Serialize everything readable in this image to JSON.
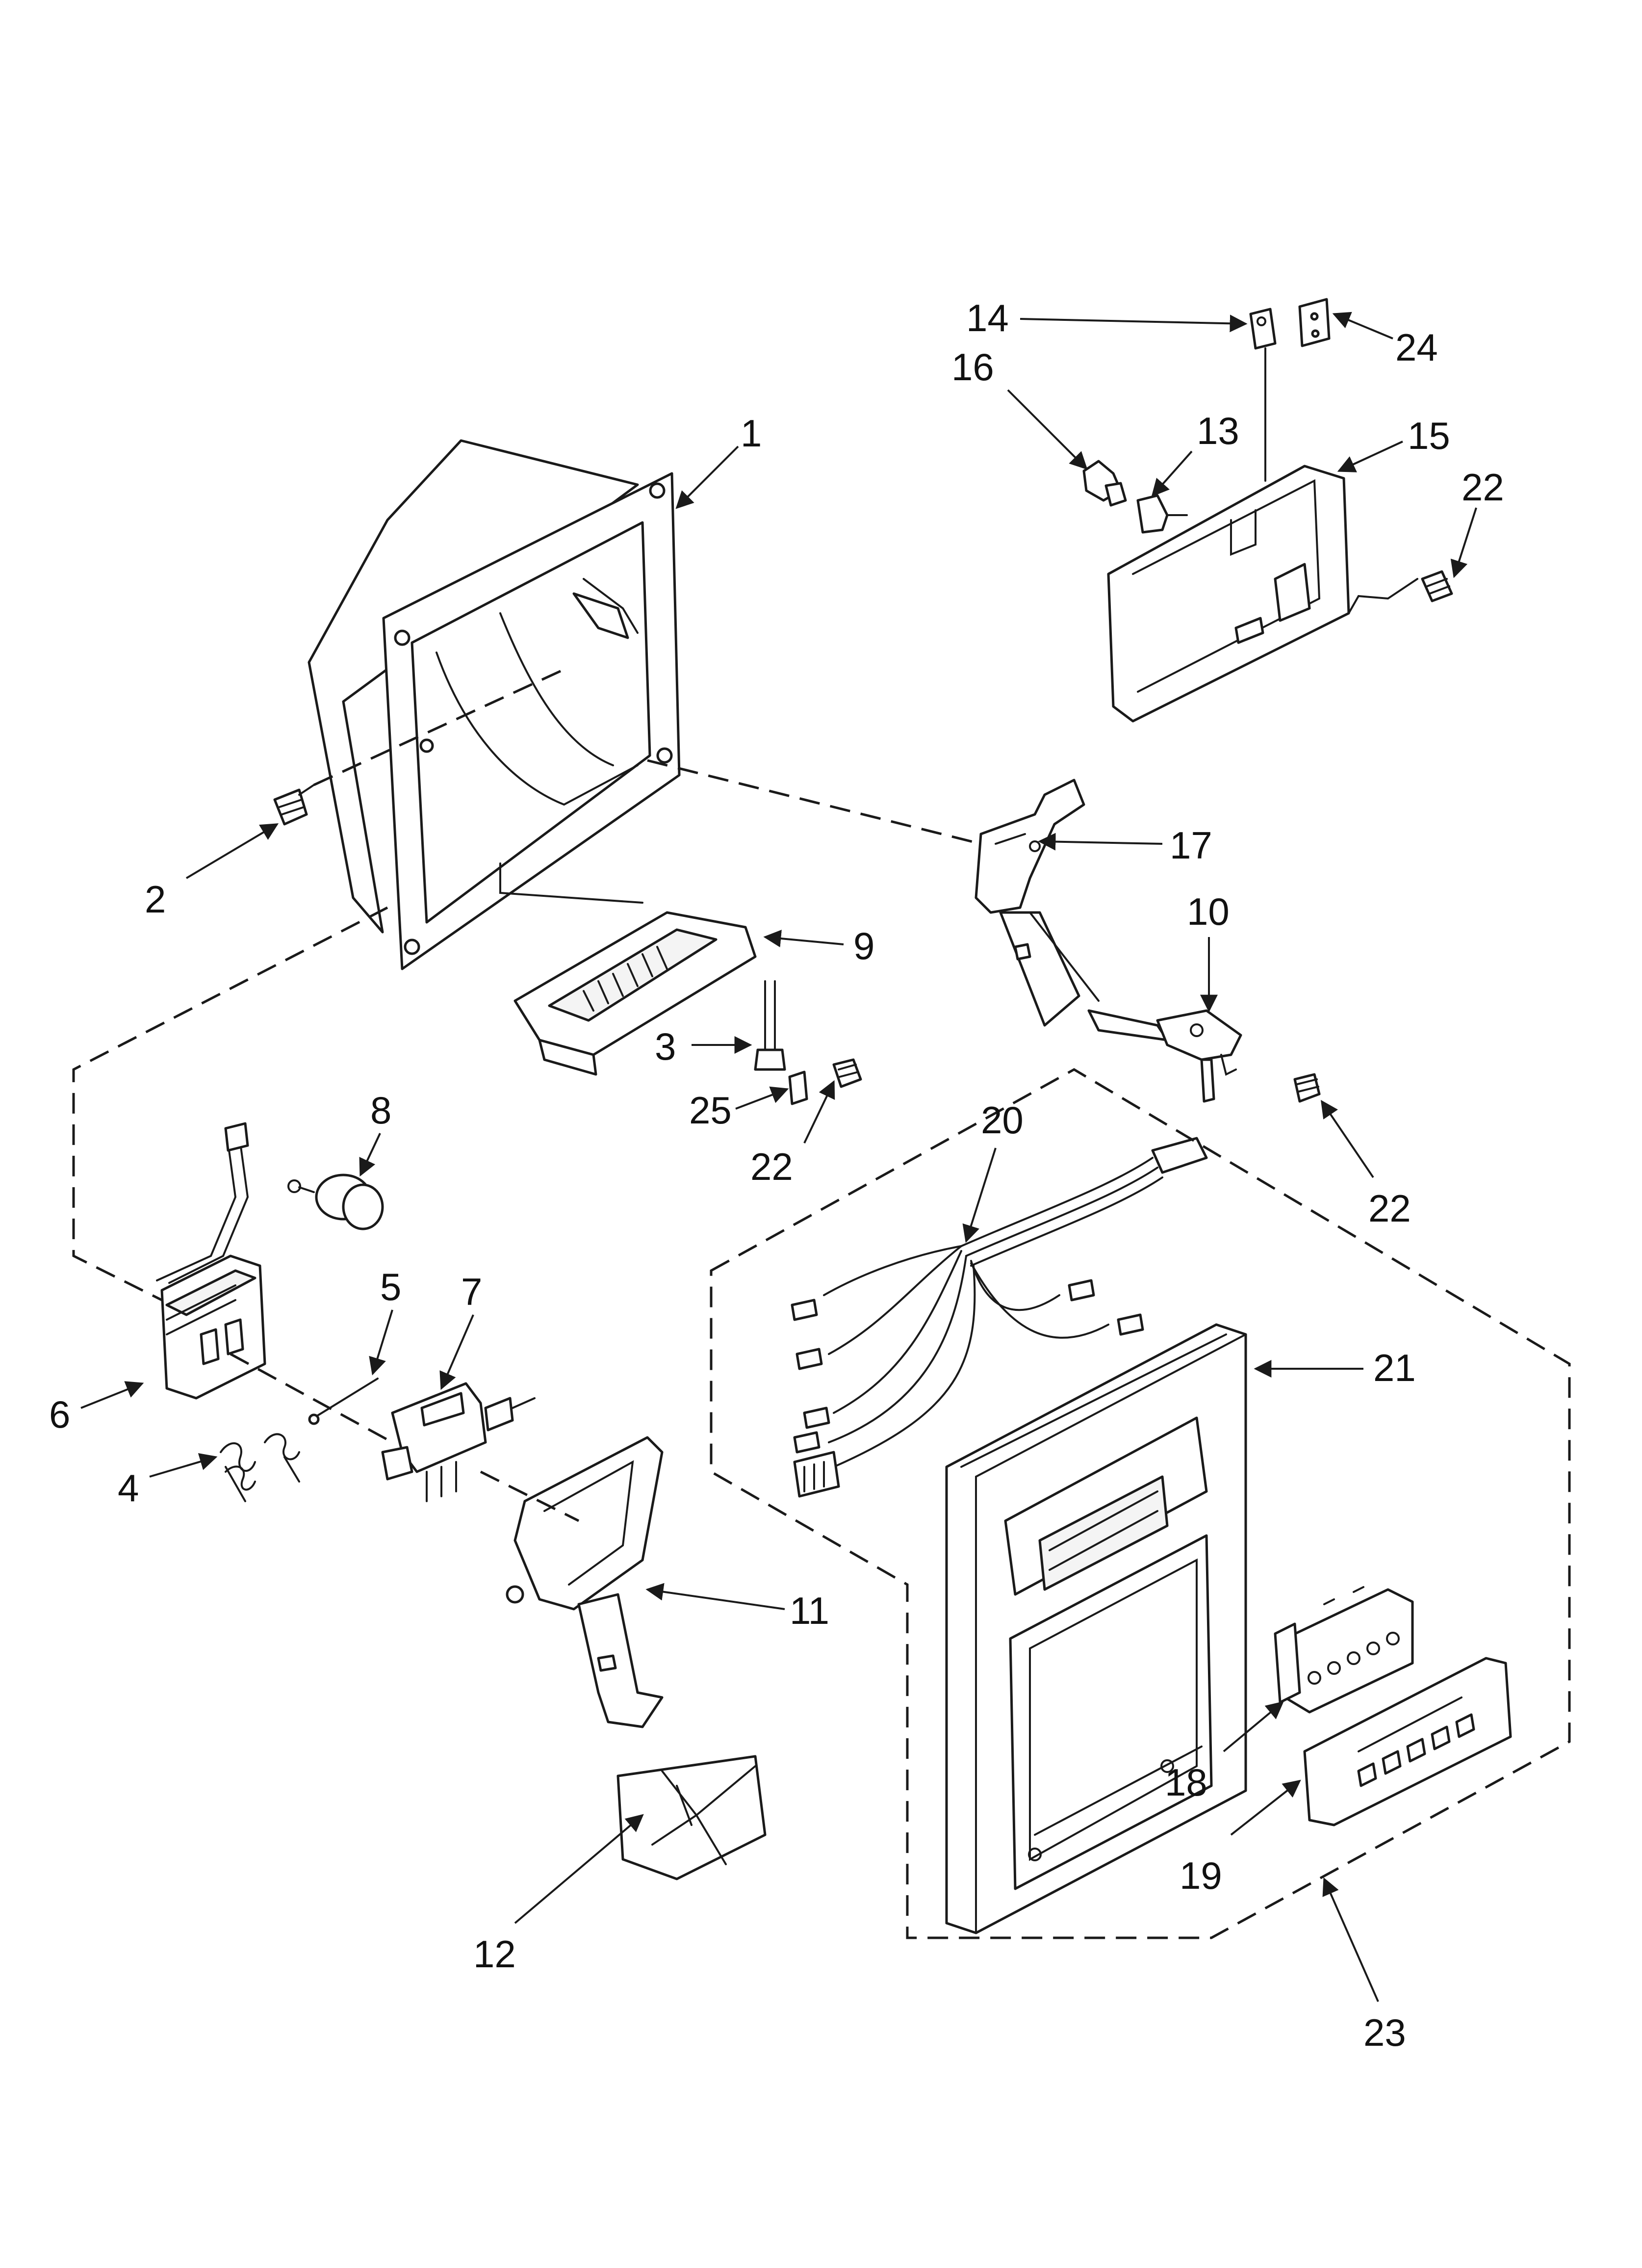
{
  "diagram": {
    "callouts": {
      "c1": "1",
      "c2": "2",
      "c3": "3",
      "c4": "4",
      "c5": "5",
      "c6": "6",
      "c7": "7",
      "c8": "8",
      "c9": "9",
      "c10": "10",
      "c11": "11",
      "c12": "12",
      "c13": "13",
      "c14": "14",
      "c15": "15",
      "c16": "16",
      "c17": "17",
      "c18": "18",
      "c19": "19",
      "c20": "20",
      "c21": "21",
      "c22a": "22",
      "c22b": "22",
      "c22c": "22",
      "c23": "23",
      "c24": "24",
      "c25": "25"
    }
  }
}
